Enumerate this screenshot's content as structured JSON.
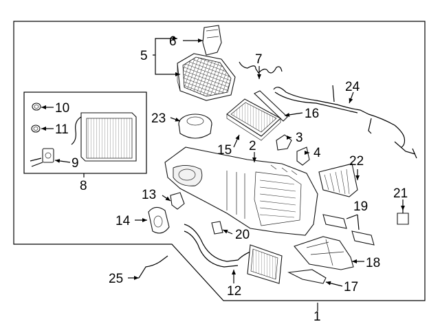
{
  "callouts": [
    {
      "id": "1",
      "text": "1"
    },
    {
      "id": "2",
      "text": "2"
    },
    {
      "id": "3",
      "text": "3"
    },
    {
      "id": "4",
      "text": "4"
    },
    {
      "id": "5",
      "text": "5"
    },
    {
      "id": "6",
      "text": "6"
    },
    {
      "id": "7",
      "text": "7"
    },
    {
      "id": "8",
      "text": "8"
    },
    {
      "id": "9",
      "text": "9"
    },
    {
      "id": "10",
      "text": "10"
    },
    {
      "id": "11",
      "text": "11"
    },
    {
      "id": "12",
      "text": "12"
    },
    {
      "id": "13",
      "text": "13"
    },
    {
      "id": "14",
      "text": "14"
    },
    {
      "id": "15",
      "text": "15"
    },
    {
      "id": "16",
      "text": "16"
    },
    {
      "id": "17",
      "text": "17"
    },
    {
      "id": "18",
      "text": "18"
    },
    {
      "id": "19",
      "text": "19"
    },
    {
      "id": "20",
      "text": "20"
    },
    {
      "id": "21",
      "text": "21"
    },
    {
      "id": "22",
      "text": "22"
    },
    {
      "id": "23",
      "text": "23"
    },
    {
      "id": "24",
      "text": "24"
    },
    {
      "id": "25",
      "text": "25"
    }
  ],
  "colors": {
    "line": "#000000",
    "background": "#ffffff"
  }
}
